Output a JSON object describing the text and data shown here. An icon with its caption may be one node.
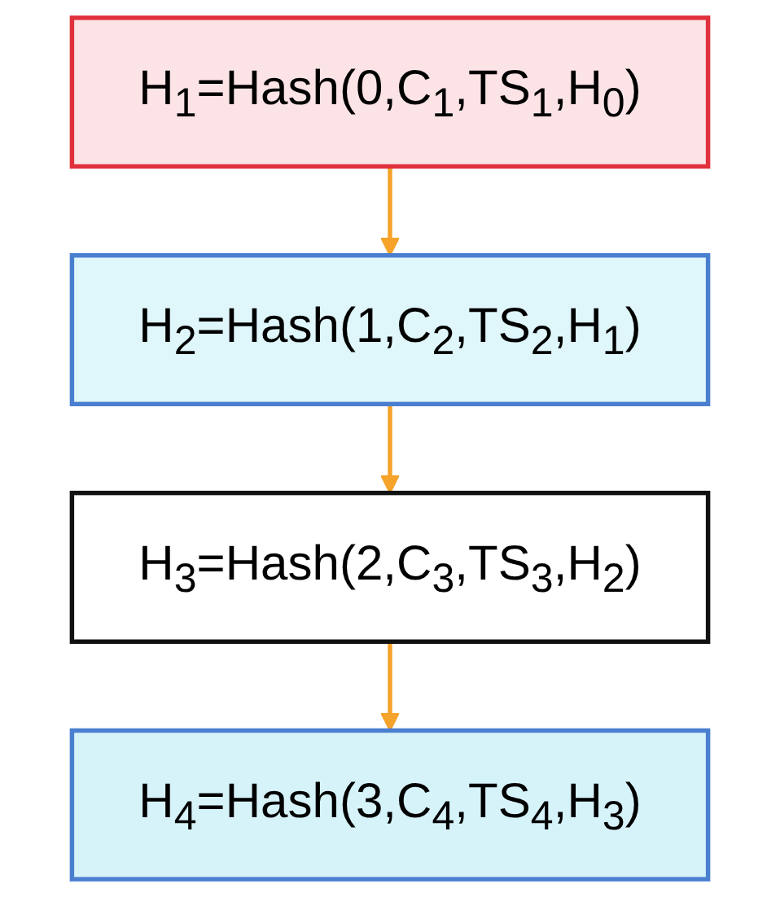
{
  "diagram": {
    "nodes": [
      {
        "text": [
          "H$_{1}$=Hash(0,C$_{1}$,TS$_{1}$,H$_{0}$)"
        ]
      },
      {
        "text": [
          "H$_{2}$=Hash(1,C$_{2}$,TS$_{2}$,H$_{1}$)"
        ]
      },
      {
        "text": [
          "H$_{3}$=Hash(2,C$_{3}$,TS$_{3}$,H$_{2}$)"
        ]
      },
      {
        "text": [
          "H$_{4}$=Hash(3,C$_{4}$,TS$_{4}$,H$_{3}$)"
        ]
      }
    ],
    "edges": [
      {
        "from": 0,
        "to": 1,
        "arrow": "to"
      },
      {
        "from": 1,
        "to": 2,
        "arrow": "to"
      },
      {
        "from": 2,
        "to": 3,
        "arrow": "to"
      }
    ]
  }
}
